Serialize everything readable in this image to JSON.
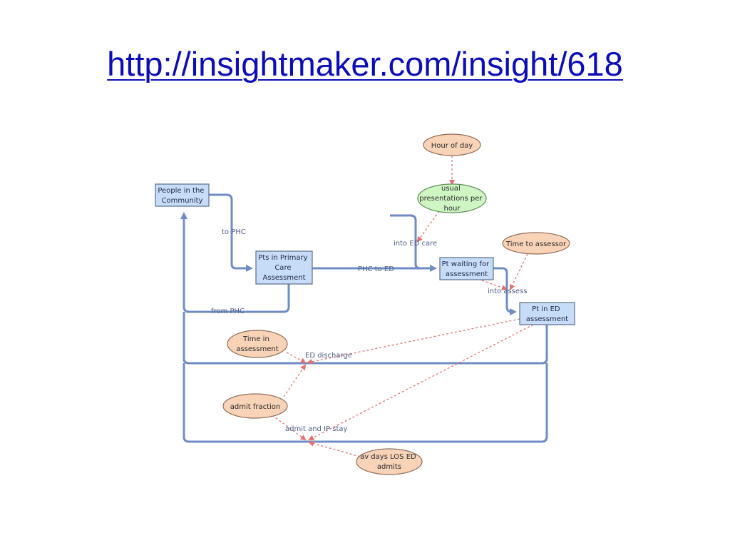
{
  "slide": {
    "title": "http://insightmaker.com/insight/618"
  },
  "diagram": {
    "stocks": {
      "people_community": [
        "People in the",
        "Community"
      ],
      "pts_primary_care": [
        "Pts in Primary",
        "Care",
        "Assessment"
      ],
      "pt_waiting": [
        "Pt waiting for",
        "assessment"
      ],
      "pt_in_ed": [
        "Pt in ED",
        "assessment"
      ]
    },
    "variables": {
      "hour_of_day": [
        "Hour of day"
      ],
      "usual_presentations": [
        "usual",
        "presentations per",
        "hour"
      ],
      "time_to_assessor": [
        "Time to assessor"
      ],
      "time_in_assessment": [
        "Time in",
        "assessment"
      ],
      "admit_fraction": [
        "admit fraction"
      ],
      "av_days_los": [
        "av days LOS ED",
        "admits"
      ]
    },
    "flows": {
      "to_phc": "to PHC",
      "from_phc": "from PHC",
      "phc_to_ed": "PHC to ED",
      "into_ed_care": "into ED care",
      "into_assess": "into assess",
      "ed_discharge": "ED discharge",
      "admit_ip_stay": "admit and IP stay"
    },
    "colors": {
      "stock_fill": "#c7dcf7",
      "stock_border": "#5a6f8c",
      "flow_line": "#6f8cc4",
      "var_fill": "#f9d3b8",
      "var_border": "#8f6f5a",
      "usual_fill": "#cff5c3",
      "link": "#e07272"
    }
  }
}
